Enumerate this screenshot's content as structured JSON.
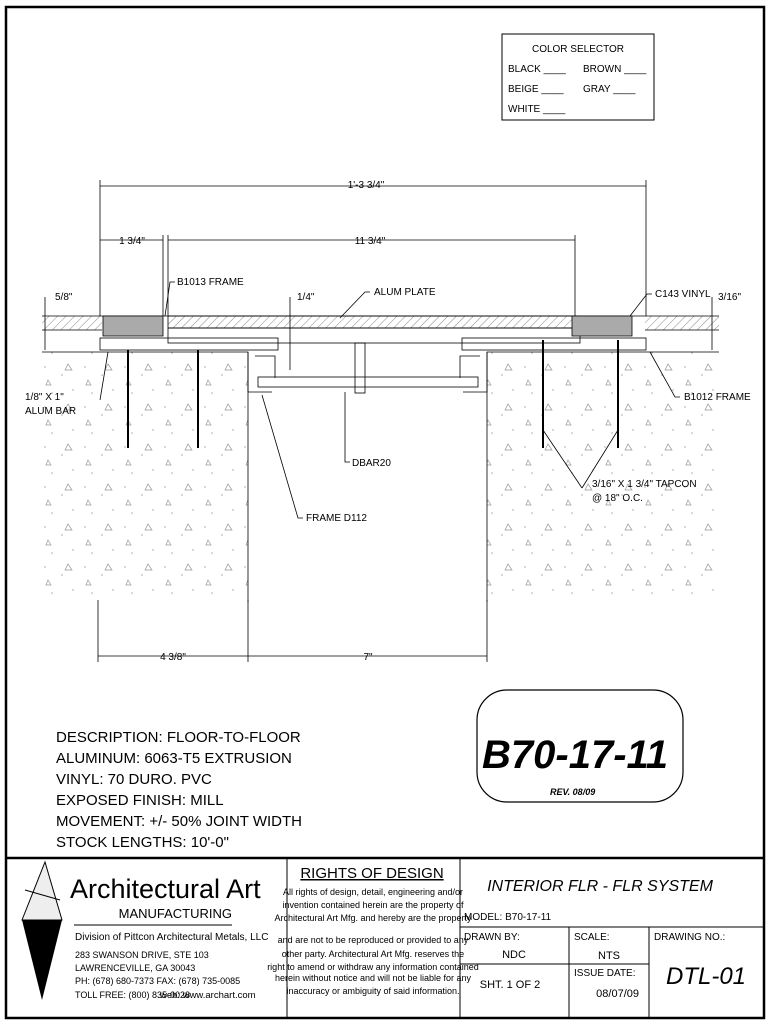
{
  "color_selector": {
    "title": "COLOR SELECTOR",
    "options": [
      "BLACK ____",
      "BROWN ____",
      "BEIGE ____",
      "GRAY ____",
      "WHITE ____"
    ]
  },
  "dimensions": {
    "overall": "1'-3 3/4\"",
    "left_frame": "1 3/4\"",
    "center": "11 3/4\"",
    "depth_left": "5/8\"",
    "plate": "1/4\"",
    "depth_right": "3/16\"",
    "bottom_left": "4 3/8\"",
    "bottom_center": "7\""
  },
  "callouts": {
    "b1013": "B1013 FRAME",
    "alum_plate": "ALUM PLATE",
    "c143": "C143 VINYL",
    "alum_bar_1": "1/8\" X 1\"",
    "alum_bar_2": "ALUM BAR",
    "b1012": "B1012 FRAME",
    "dbar": "DBAR20",
    "tapcon_1": "3/16\" X 1 3/4\" TAPCON",
    "tapcon_2": "@ 18\" O.C.",
    "frame_d112": "FRAME D112"
  },
  "description": [
    "DESCRIPTION: FLOOR-TO-FLOOR",
    "ALUMINUM:  6063-T5 EXTRUSION",
    "VINYL:  70 DURO. PVC",
    "EXPOSED FINISH:  MILL",
    "MOVEMENT:  +/- 50% JOINT WIDTH",
    "STOCK LENGTHS:  10'-0\""
  ],
  "model_badge": {
    "model": "B70-17-11",
    "rev": "REV. 08/09"
  },
  "company": {
    "name": "Architectural Art",
    "sub": "MANUFACTURING",
    "division": "Division of Pittcon Architectural Metals, LLC",
    "address1": "283 SWANSON DRIVE, STE 103",
    "address2": "LAWRENCEVILLE, GA  30043",
    "phone": "PH: (678) 680-7373 FAX: (678) 735-0085",
    "toll_free": "TOLL FREE: (800) 835-0028",
    "web": "web: www.archart.com"
  },
  "rights": {
    "title": "RIGHTS OF DESIGN",
    "lines": [
      "All rights of design, detail, engineering and/or",
      "invention contained herein are the property of",
      "Architectural Art Mfg. and hereby are the property",
      "and are not to be reproduced or provided to any",
      "other party.  Architectural Art Mfg. reserves the",
      "right to amend or withdraw any information contained",
      "herein without notice and will not be liable for any",
      "inaccuracy or ambiguity of said information."
    ]
  },
  "title_block": {
    "title": "INTERIOR FLR - FLR SYSTEM",
    "model": "MODEL:  B70-17-11",
    "drawn_by_label": "DRAWN BY:",
    "drawn_by": "NDC",
    "scale_label": "SCALE:",
    "scale": "NTS",
    "drawing_no_label": "DRAWING NO.:",
    "drawing_no": "DTL-01",
    "sheet": "SHT. 1  OF  2",
    "issue_label": "ISSUE DATE:",
    "issue_date": "08/07/09"
  }
}
